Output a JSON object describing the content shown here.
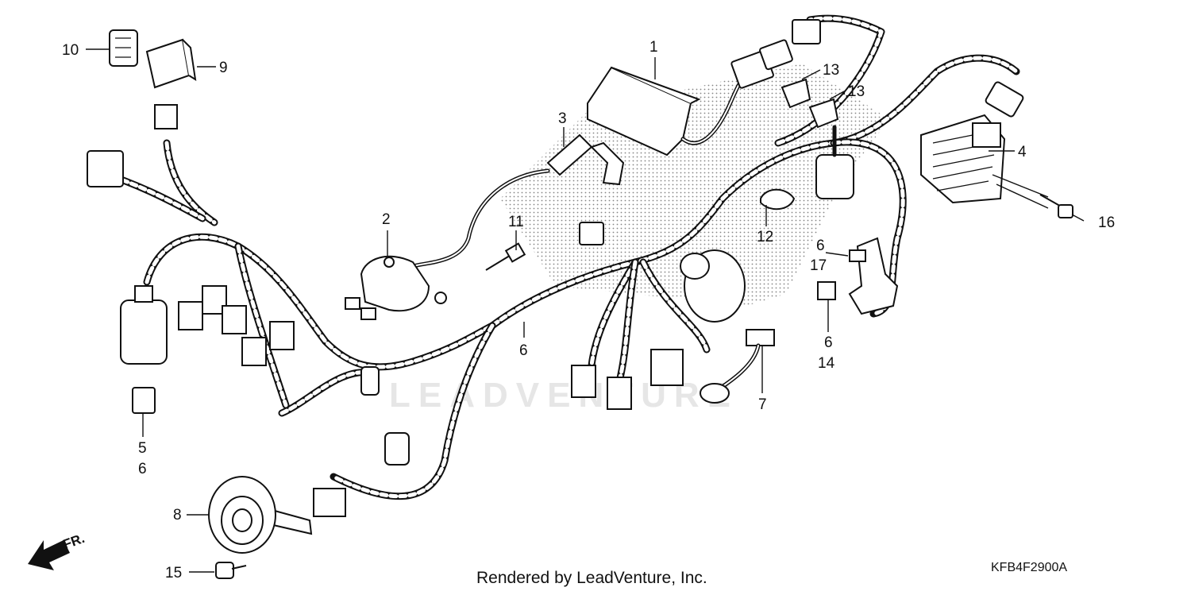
{
  "footer": {
    "credit": "Rendered by LeadVenture, Inc.",
    "diagram_code": "KFB4F2900A"
  },
  "watermark": "LEADVENTURE",
  "orientation": {
    "label": "FR."
  },
  "callouts": [
    {
      "id": "c1",
      "label": "1"
    },
    {
      "id": "c2",
      "label": "2"
    },
    {
      "id": "c3",
      "label": "3"
    },
    {
      "id": "c4",
      "label": "4"
    },
    {
      "id": "c5",
      "label": "5"
    },
    {
      "id": "c5b",
      "label": "6"
    },
    {
      "id": "c6a",
      "label": "6"
    },
    {
      "id": "c6b",
      "label": "6"
    },
    {
      "id": "c6c",
      "label": "6"
    },
    {
      "id": "c7",
      "label": "7"
    },
    {
      "id": "c8",
      "label": "8"
    },
    {
      "id": "c9",
      "label": "9"
    },
    {
      "id": "c10",
      "label": "10"
    },
    {
      "id": "c11",
      "label": "11"
    },
    {
      "id": "c12",
      "label": "12"
    },
    {
      "id": "c13a",
      "label": "13"
    },
    {
      "id": "c13b",
      "label": "13"
    },
    {
      "id": "c14",
      "label": "14"
    },
    {
      "id": "c15",
      "label": "15"
    },
    {
      "id": "c16",
      "label": "16"
    },
    {
      "id": "c17",
      "label": "17"
    }
  ]
}
